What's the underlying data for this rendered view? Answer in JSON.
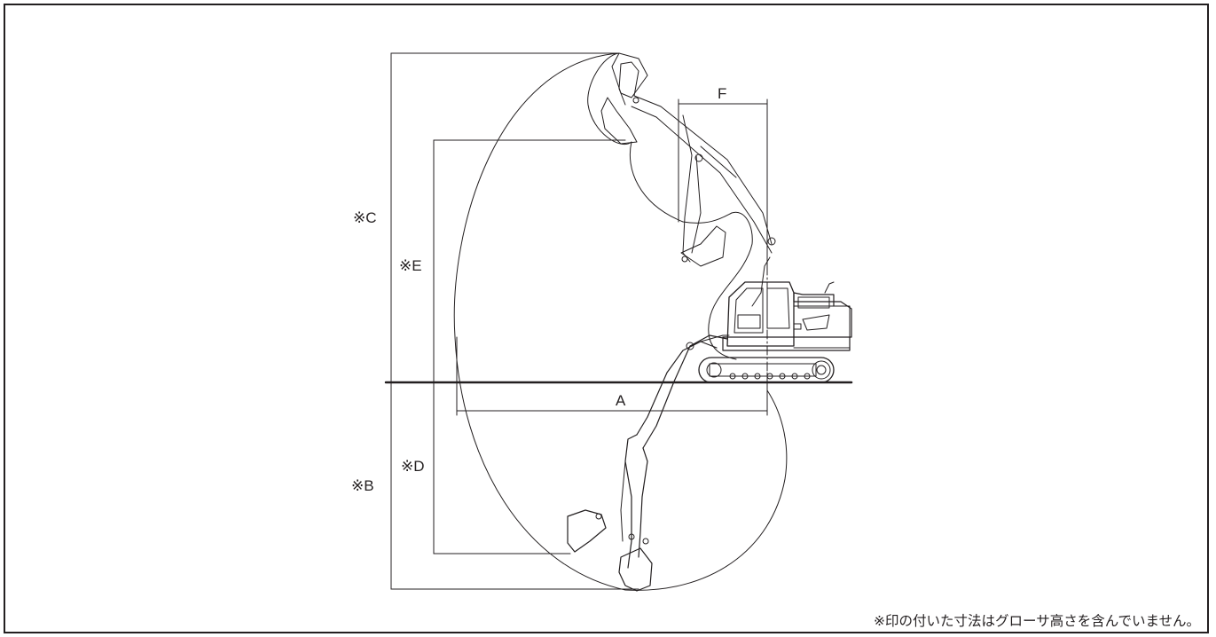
{
  "labels": {
    "a": "A",
    "b": "※B",
    "c": "※C",
    "d": "※D",
    "e": "※E",
    "f": "F"
  },
  "note": "※印の付いた寸法はグローサ高さを含んでいません。",
  "colors": {
    "line": "#231f20",
    "background": "#ffffff"
  }
}
